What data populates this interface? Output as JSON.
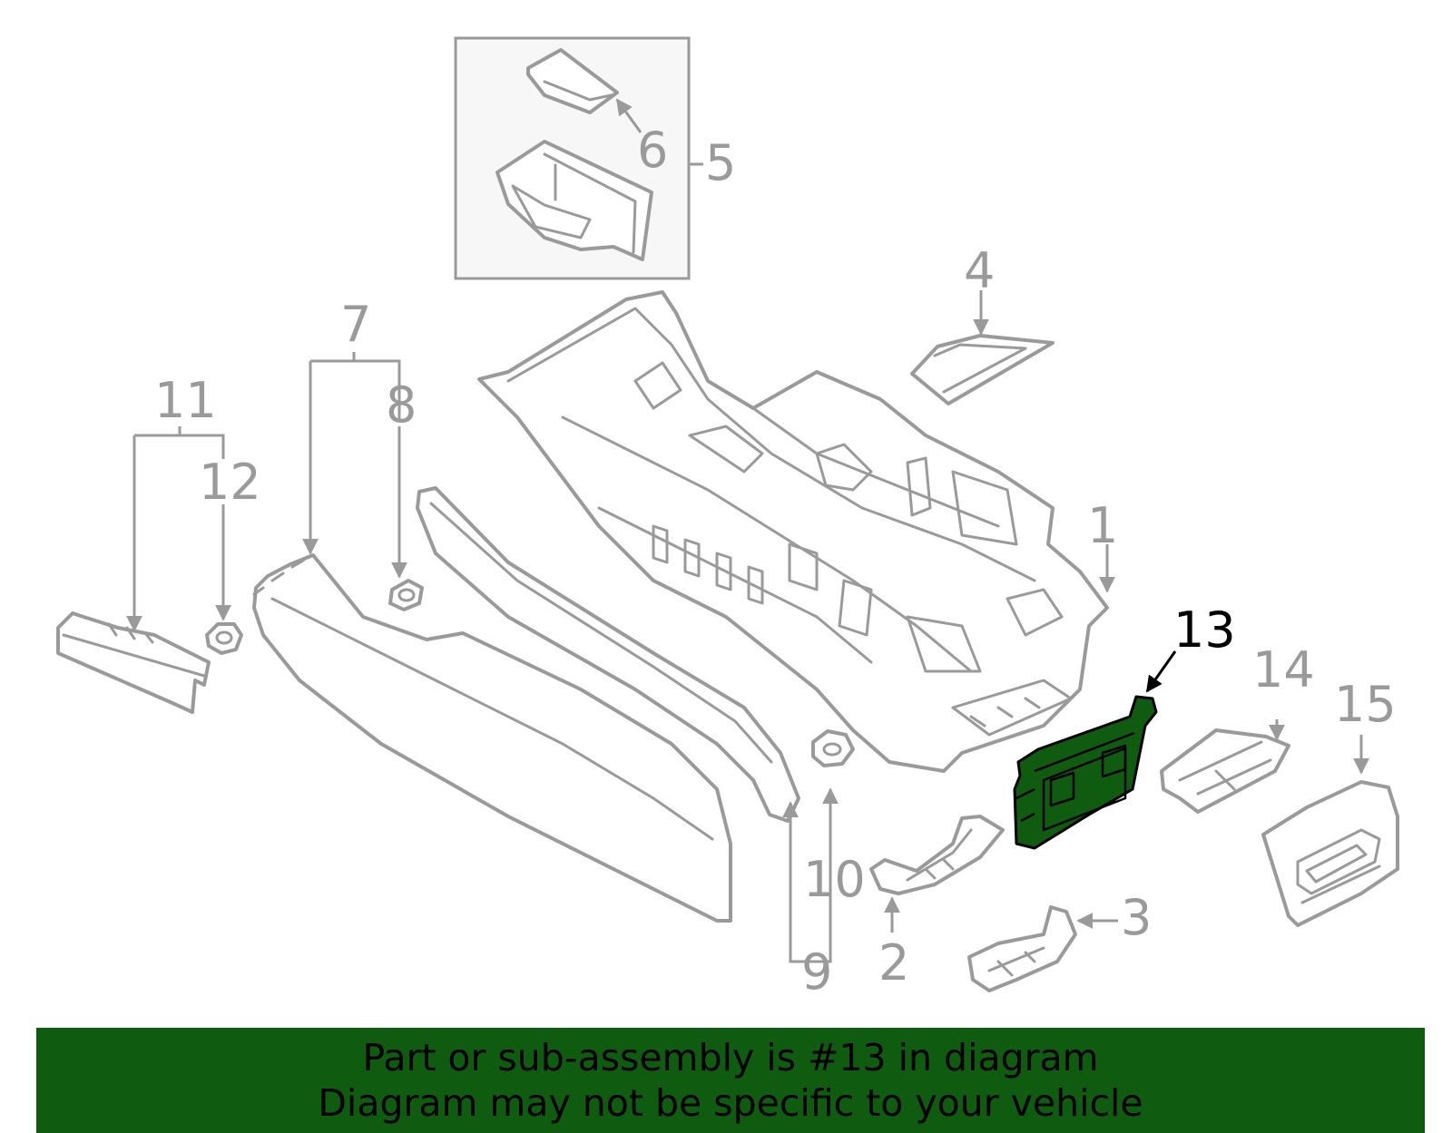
{
  "diagram": {
    "callouts": [
      {
        "id": "1",
        "label": "1"
      },
      {
        "id": "2",
        "label": "2"
      },
      {
        "id": "3",
        "label": "3"
      },
      {
        "id": "4",
        "label": "4"
      },
      {
        "id": "5",
        "label": "5"
      },
      {
        "id": "6",
        "label": "6"
      },
      {
        "id": "7",
        "label": "7"
      },
      {
        "id": "8",
        "label": "8"
      },
      {
        "id": "9",
        "label": "9"
      },
      {
        "id": "10",
        "label": "10"
      },
      {
        "id": "11",
        "label": "11"
      },
      {
        "id": "12",
        "label": "12"
      },
      {
        "id": "13",
        "label": "13"
      },
      {
        "id": "14",
        "label": "14"
      },
      {
        "id": "15",
        "label": "15"
      }
    ],
    "highlighted_part": "13",
    "highlight_color": "#0f5c10",
    "line_color": "#9a9a9a"
  },
  "banner": {
    "line1": "Part or sub-assembly is #13 in diagram",
    "line2": "Diagram may not be specific to your vehicle",
    "background": "#0f5c10"
  }
}
